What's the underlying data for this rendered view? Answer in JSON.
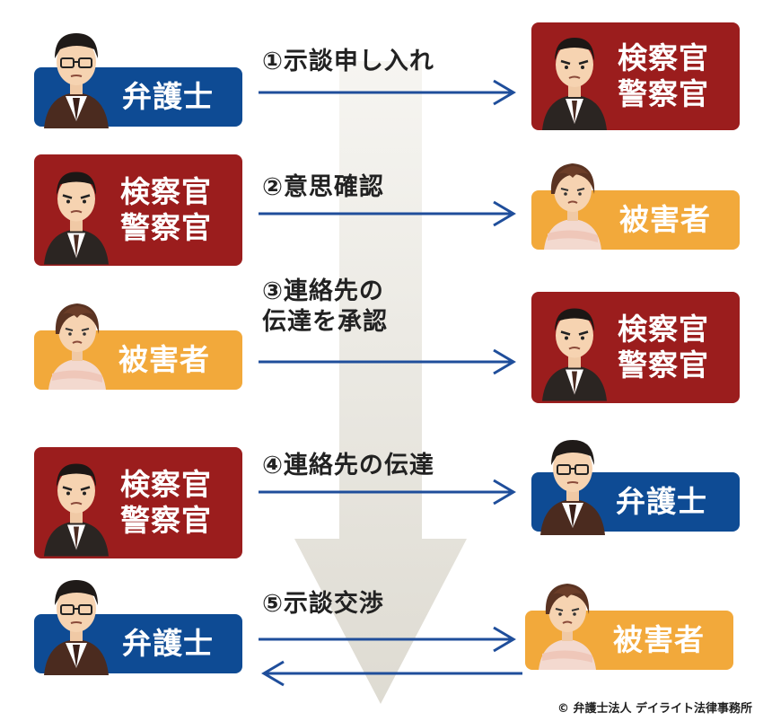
{
  "roles": {
    "lawyer": "弁護士",
    "prosecutor_police": "検察官\n警察官",
    "victim": "被害者"
  },
  "steps": [
    {
      "label": "①示談申し入れ"
    },
    {
      "label": "②意思確認"
    },
    {
      "label": "③連絡先の\n伝達を承認"
    },
    {
      "label": "④連絡先の伝達"
    },
    {
      "label": "⑤示談交渉"
    }
  ],
  "credit": "© 弁護士法人 デイライト法律事務所",
  "colors": {
    "red": "#9b1d1d",
    "blue": "#0e4b94",
    "orange": "#f2a93b",
    "arrow": "#1f4e9b"
  }
}
